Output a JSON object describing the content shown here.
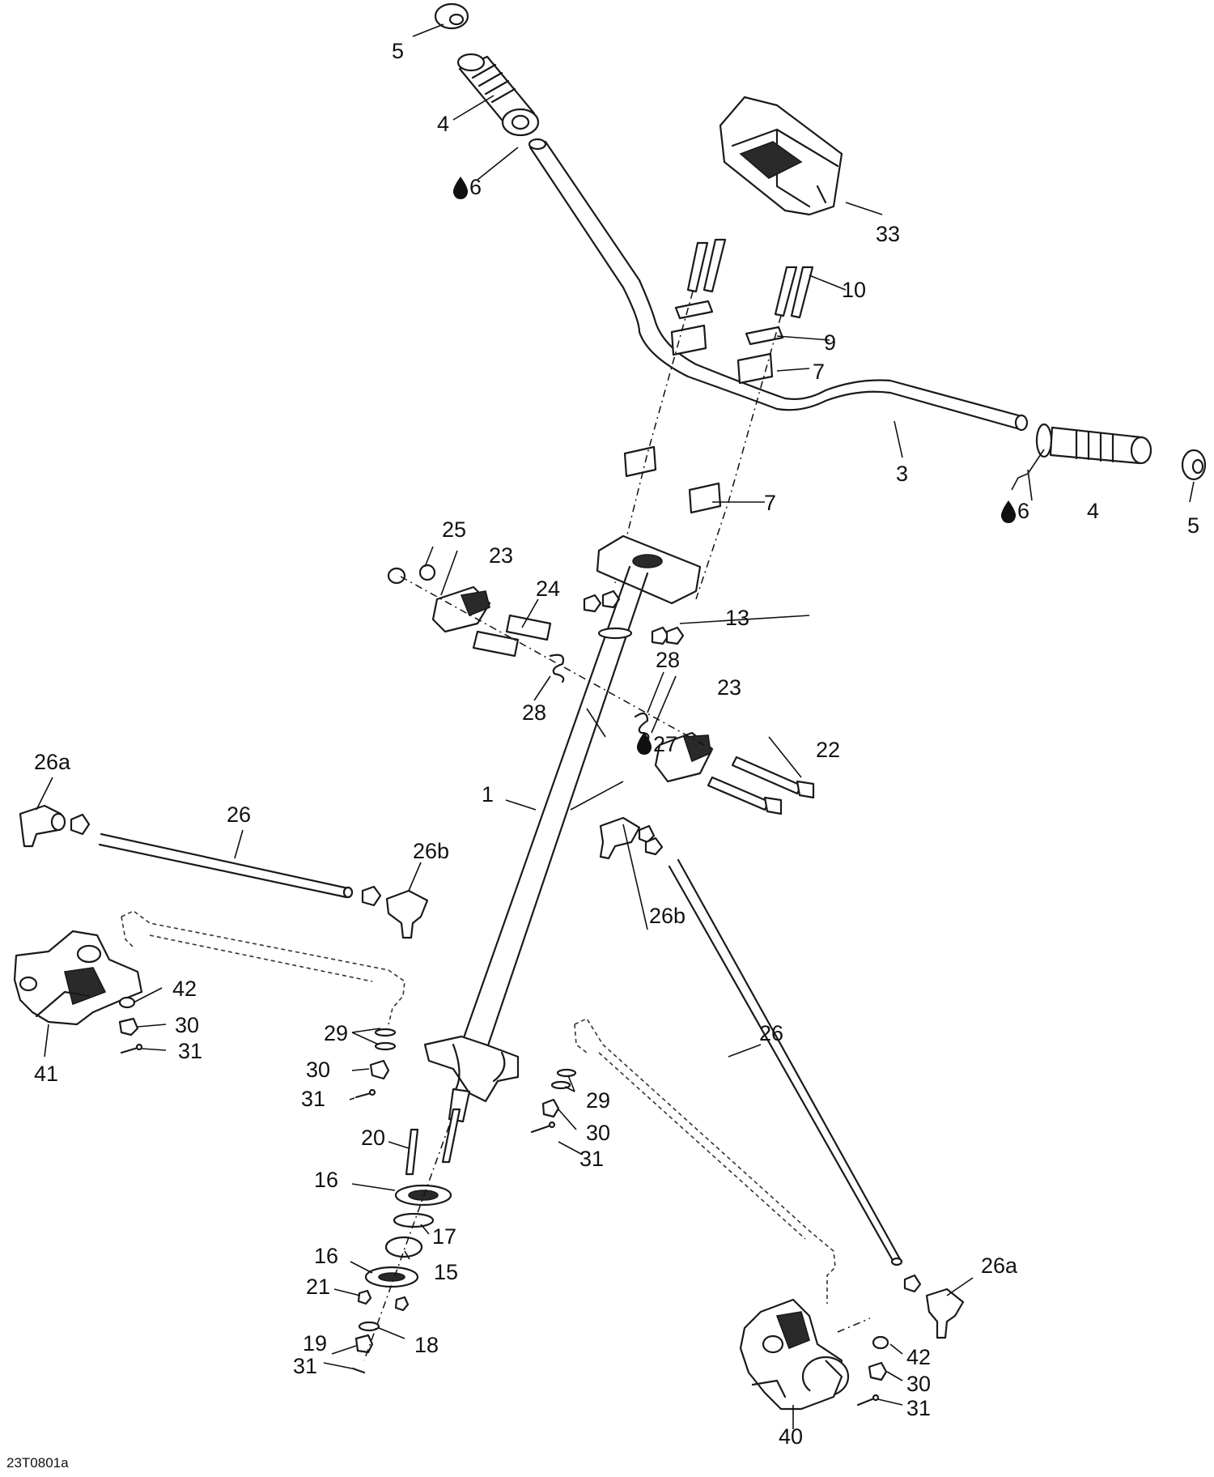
{
  "callouts": {
    "c1": "1",
    "c3": "3",
    "c4a": "4",
    "c4b": "4",
    "c5a": "5",
    "c5b": "5",
    "c6a": "6",
    "c6b": "6",
    "c7a": "7",
    "c7b": "7",
    "c9": "9",
    "c10": "10",
    "c13": "13",
    "c15": "15",
    "c16a": "16",
    "c16b": "16",
    "c17": "17",
    "c18": "18",
    "c19": "19",
    "c20": "20",
    "c21": "21",
    "c22": "22",
    "c23a": "23",
    "c23b": "23",
    "c24": "24",
    "c25": "25",
    "c26a": "26",
    "c26b": "26",
    "c26a_l": "26a",
    "c26a_r": "26a",
    "c26b_l": "26b",
    "c26b_r": "26b",
    "c27": "27",
    "c28a": "28",
    "c28b": "28",
    "c29a": "29",
    "c29b": "29",
    "c30a": "30",
    "c30b": "30",
    "c30c": "30",
    "c31a": "31",
    "c31b": "31",
    "c31c": "31",
    "c31d": "31",
    "c33": "33",
    "c40": "40",
    "c41": "41",
    "c42a": "42",
    "c42b": "42"
  },
  "drawing_code": "23T0801a",
  "icons": {
    "lubricant": "oil-drop-icon"
  }
}
